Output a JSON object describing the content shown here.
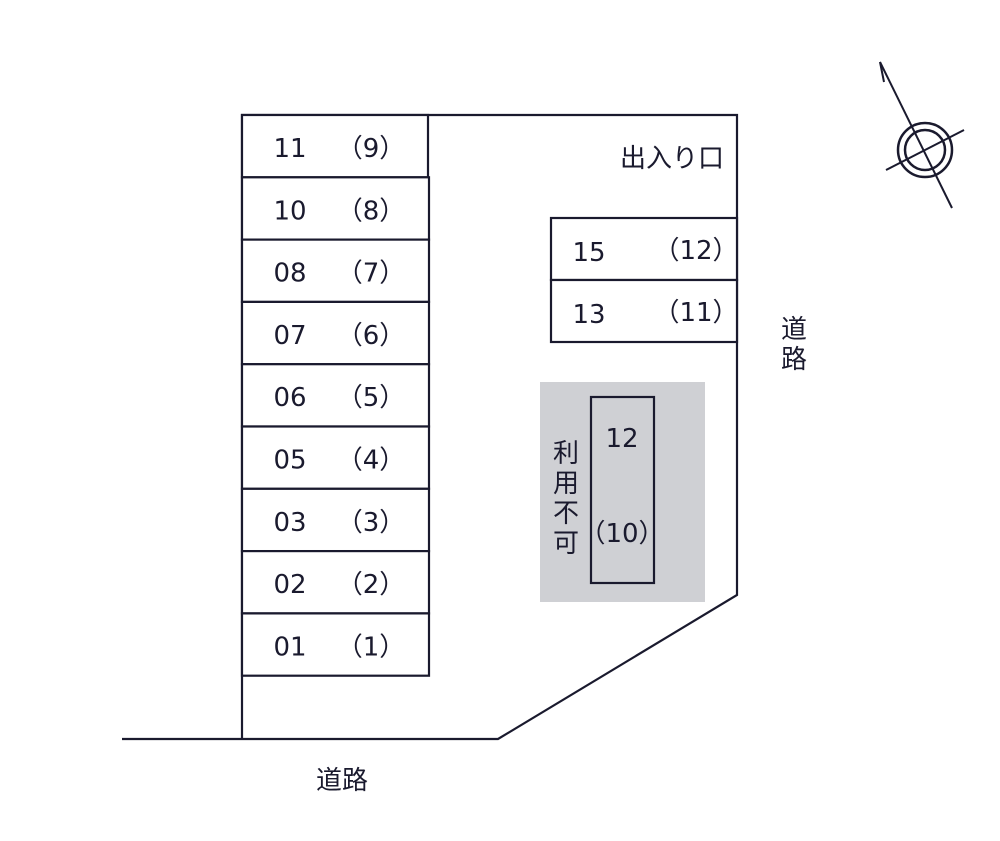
{
  "entrance_label": "出入り口",
  "road_right_label": "道路",
  "road_bottom_label": "道路",
  "unavailable_label": "利用不可",
  "colors": {
    "line": "#1a1a2e",
    "unavailable_fill": "#cfd0d4"
  },
  "icons": {
    "compass": "north-arrow-icon"
  },
  "left_slots": [
    {
      "number": "11",
      "alt": "（9）"
    },
    {
      "number": "10",
      "alt": "（8）"
    },
    {
      "number": "08",
      "alt": "（7）"
    },
    {
      "number": "07",
      "alt": "（6）"
    },
    {
      "number": "06",
      "alt": "（5）"
    },
    {
      "number": "05",
      "alt": "（4）"
    },
    {
      "number": "03",
      "alt": "（3）"
    },
    {
      "number": "02",
      "alt": "（2）"
    },
    {
      "number": "01",
      "alt": "（1）"
    }
  ],
  "right_slots": [
    {
      "number": "15",
      "alt": "（12）"
    },
    {
      "number": "13",
      "alt": "（11）"
    }
  ],
  "unavailable_slot": {
    "number": "12",
    "alt": "（10）"
  }
}
